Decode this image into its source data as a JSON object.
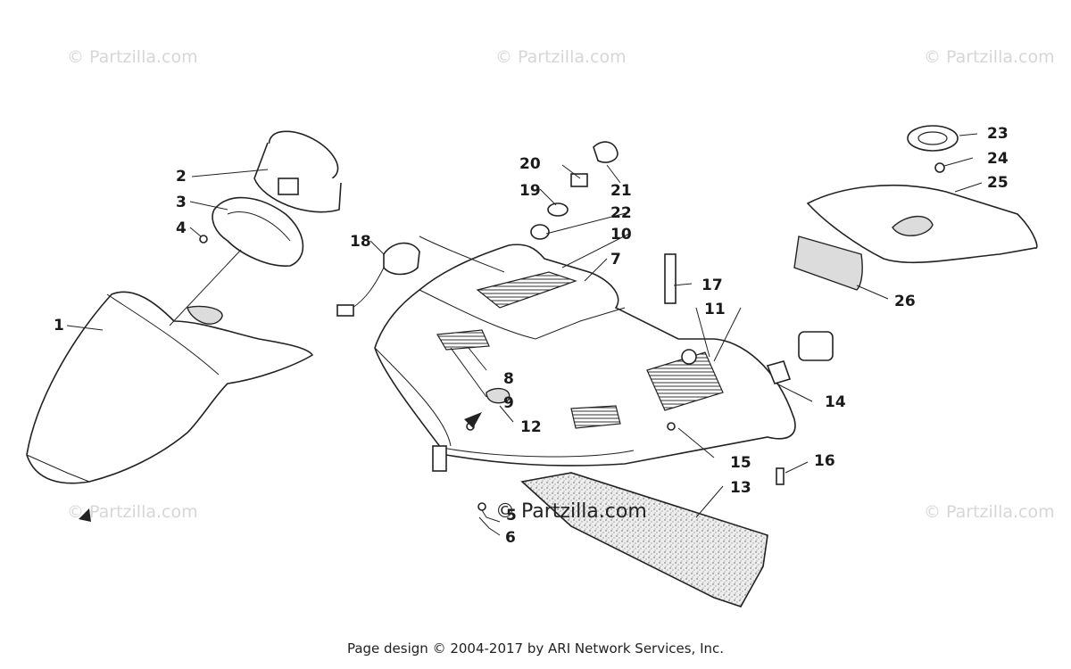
{
  "watermarks": [
    "© Partzilla.com",
    "© Partzilla.com",
    "© Partzilla.com",
    "© Partzilla.com",
    "© Partzilla.com"
  ],
  "center_watermark": "© Partzilla.com",
  "callouts": [
    "1",
    "2",
    "3",
    "4",
    "5",
    "6",
    "7",
    "8",
    "9",
    "10",
    "11",
    "12",
    "13",
    "14",
    "15",
    "16",
    "17",
    "18",
    "19",
    "20",
    "21",
    "22",
    "23",
    "24",
    "25",
    "26"
  ],
  "footer": "Page design © 2004-2017 by ARI Network Services, Inc."
}
